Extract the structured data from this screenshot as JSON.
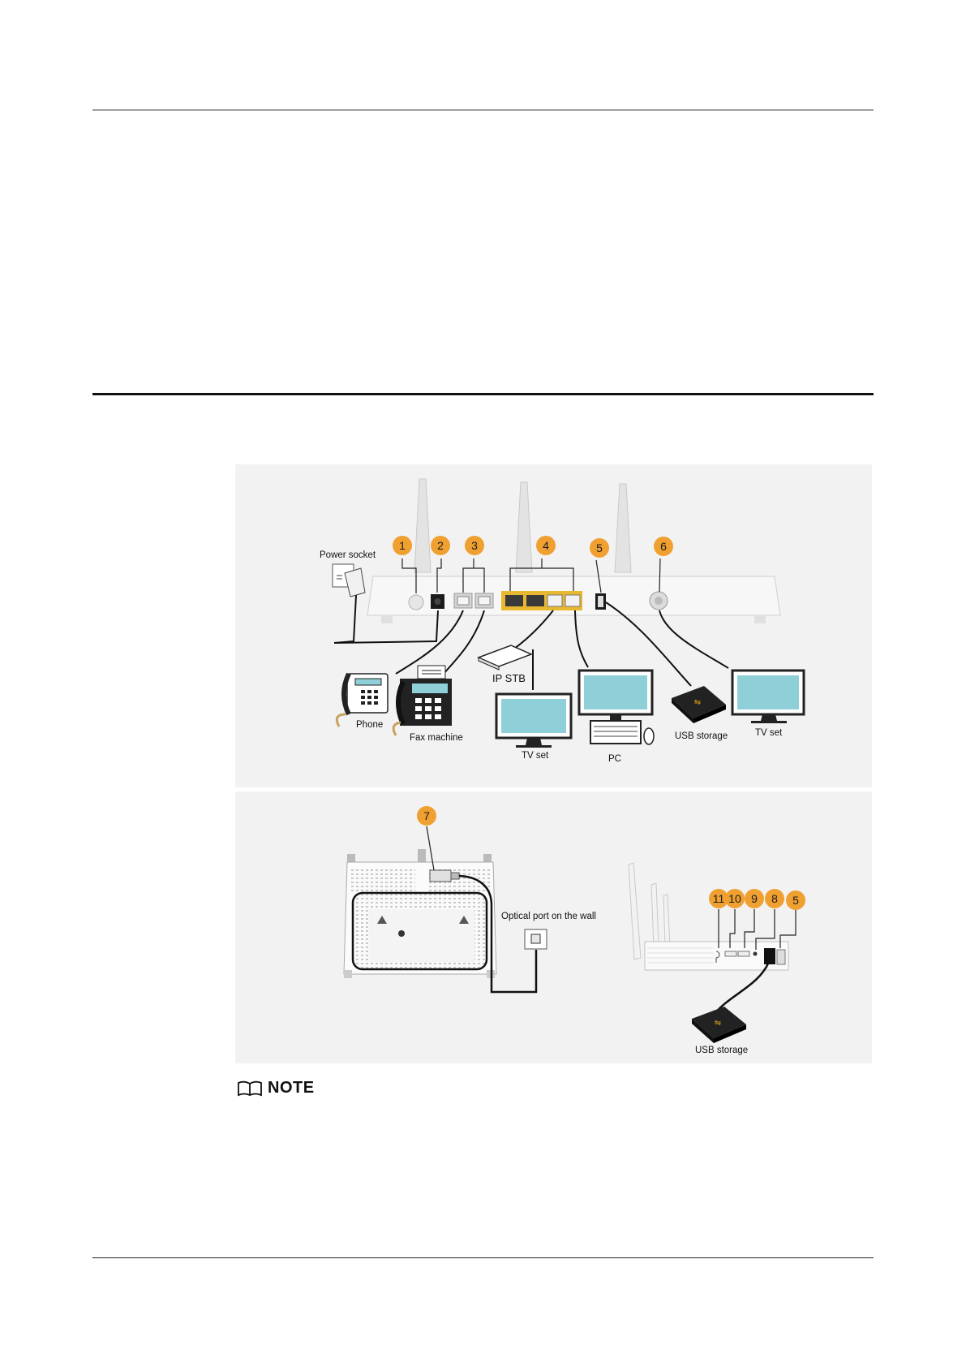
{
  "figure_top": {
    "callouts": [
      "1",
      "2",
      "3",
      "4",
      "5",
      "6"
    ],
    "labels": {
      "power_socket": "Power socket",
      "ip_stb": "IP STB",
      "phone": "Phone",
      "fax_machine": "Fax machine",
      "tv_set_left": "TV set",
      "pc": "PC",
      "usb_storage": "USB storage",
      "tv_set_right": "TV set"
    }
  },
  "figure_bottom": {
    "callouts_left": [
      "7"
    ],
    "callouts_right": [
      "11",
      "10",
      "9",
      "8",
      "5"
    ],
    "labels": {
      "optical_port": "Optical port on the wall",
      "usb_storage": "USB storage"
    }
  },
  "note": {
    "title": "NOTE"
  },
  "colors": {
    "callout": "#F0A030",
    "screen": "#8ECFD8",
    "usb_accent": "#F0B020",
    "port": "#E8B830"
  }
}
